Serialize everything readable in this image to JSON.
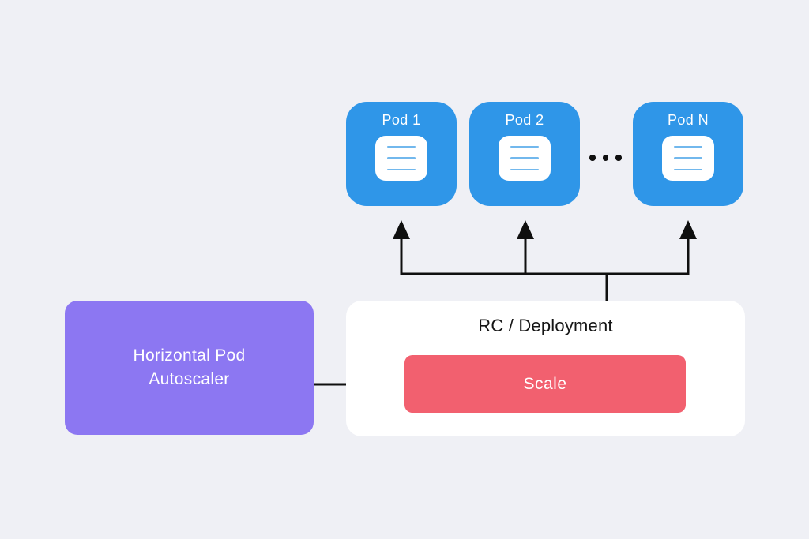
{
  "colors": {
    "background": "#EFF0F5",
    "pod_blue": "#2F96E8",
    "icon_line_blue": "#72B8ED",
    "autoscaler_purple": "#8C77F2",
    "scale_red": "#F2606F",
    "card_white": "#FFFFFF",
    "connector": "#0F0F0F",
    "title_text": "#161616"
  },
  "diagram": {
    "pods": [
      {
        "label": "Pod 1",
        "icon": "document-icon"
      },
      {
        "label": "Pod 2",
        "icon": "document-icon"
      },
      {
        "label": "Pod N",
        "icon": "document-icon"
      }
    ],
    "ellipsis_icon": "horizontal-ellipsis-icon",
    "autoscaler": {
      "label": "Horizontal Pod\nAutoscaler"
    },
    "deployment": {
      "title": "RC / Deployment",
      "scale_button_label": "Scale"
    }
  }
}
